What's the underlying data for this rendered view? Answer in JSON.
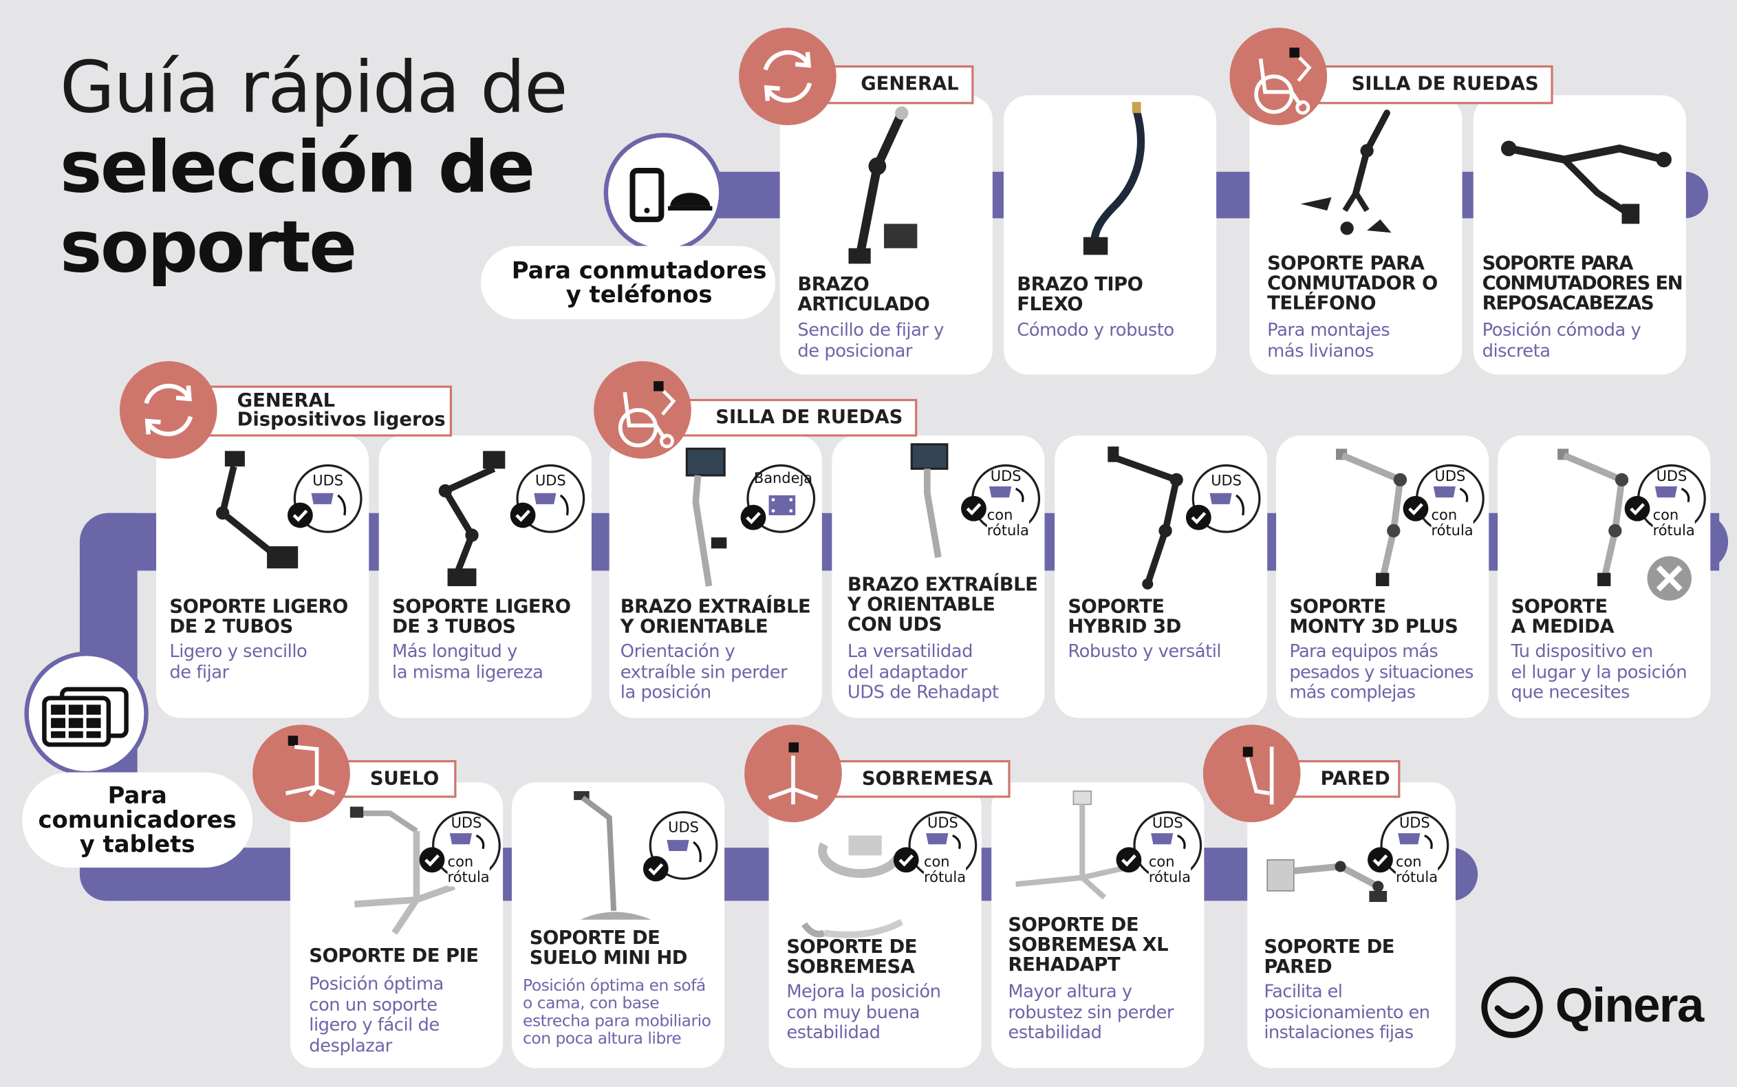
{
  "title": {
    "line1": "Guía rápida de",
    "line2": "selección de",
    "line3": "soporte"
  },
  "sections": {
    "phones": "Para conmutadores\ny teléfonos",
    "tablets": "Para\ncomunicadores\ny tablets"
  },
  "categories": {
    "general_top": "GENERAL",
    "wheelchair_top": "SILLA DE RUEDAS",
    "general_mid": "GENERAL\nDispositivos ligeros",
    "wheelchair_mid": "SILLA DE RUEDAS",
    "floor": "SUELO",
    "table": "SOBREMESA",
    "wall": "PARED"
  },
  "badges": {
    "uds": "UDS",
    "con_rotula": "con\nrótula",
    "bandeja": "Bandeja"
  },
  "products": [
    {
      "title": "BRAZO\nARTICULADO",
      "subtitle": "Sencillo de fijar y\nde posicionar"
    },
    {
      "title": "BRAZO TIPO\nFLEXO",
      "subtitle": "Cómodo y robusto"
    },
    {
      "title": "SOPORTE PARA\nCONMUTADOR O\nTELÉFONO",
      "subtitle": "Para montajes\nmás livianos"
    },
    {
      "title": "SOPORTE PARA\nCONMUTADORES EN\nREPOSACABEZAS",
      "subtitle": "Posición cómoda y\ndiscreta"
    },
    {
      "title": "SOPORTE LIGERO\nDE 2 TUBOS",
      "subtitle": "Ligero y sencillo\nde fijar"
    },
    {
      "title": "SOPORTE LIGERO\nDE 3 TUBOS",
      "subtitle": "Más longitud y\nla misma ligereza"
    },
    {
      "title": "BRAZO EXTRAÍBLE\nY ORIENTABLE",
      "subtitle": "Orientación y\nextraíble sin perder\nla posición"
    },
    {
      "title": "BRAZO EXTRAÍBLE\nY ORIENTABLE\nCON UDS",
      "subtitle": "La versatilidad\ndel adaptador\nUDS de Rehadapt"
    },
    {
      "title": "SOPORTE\nHYBRID 3D",
      "subtitle": "Robusto y versátil"
    },
    {
      "title": "SOPORTE\nMONTY 3D PLUS",
      "subtitle": "Para equipos más\npesados y situaciones\nmás complejas"
    },
    {
      "title": "SOPORTE\nA MEDIDA",
      "subtitle": "Tu dispositivo en\nel lugar y la posición\nque necesites"
    },
    {
      "title": "SOPORTE DE PIE",
      "subtitle": "Posición óptima\ncon un soporte\nligero y fácil de\ndesplazar"
    },
    {
      "title": "SOPORTE DE\nSUELO MINI HD",
      "subtitle": "Posición óptima en sofá\no cama, con base\nestrecha para mobiliario\ncon poca altura libre"
    },
    {
      "title": "SOPORTE DE\nSOBREMESA",
      "subtitle": "Mejora la posición\ncon muy buena\nestabilidad"
    },
    {
      "title": "SOPORTE DE\nSOBREMESA XL\nREHADAPT",
      "subtitle": "Mayor altura y\nrobustez sin perder\nestabilidad"
    },
    {
      "title": "SOPORTE DE\nPARED",
      "subtitle": "Facilita el\nposicionamiento en\ninstalaciones fijas"
    }
  ],
  "brand": {
    "name": "Qinera"
  },
  "colors": {
    "accent": "#6b66a8",
    "category": "#cf766c",
    "background": "#e5e5e8",
    "text": "#1f1f1f"
  },
  "icons": [
    "phone-switch-icon",
    "tablets-icon",
    "refresh-icon",
    "wheelchair-icon",
    "floor-stand-icon",
    "table-stand-icon",
    "wall-mount-icon",
    "tools-icon",
    "check-icon",
    "qinera-logo-icon"
  ]
}
